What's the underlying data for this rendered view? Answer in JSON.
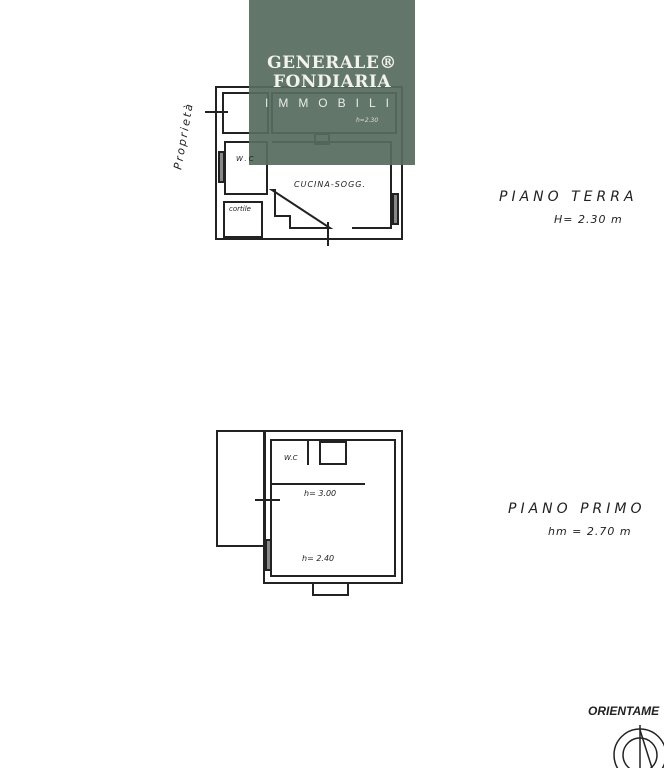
{
  "watermark": {
    "line1": "GENERALE®",
    "line2": "FONDIARIA",
    "line3": "IMMOBILI"
  },
  "ground_floor": {
    "title": "PIANO TERRA",
    "height": "H= 2.30 m",
    "rooms": {
      "wc": "W.C",
      "kitchen": "CUCINA-SOGG.",
      "courtyard": "cortile",
      "top_height": "h=2.30"
    },
    "left_label": "Proprietà"
  },
  "first_floor": {
    "title": "PIANO PRIMO",
    "height": "hm = 2.70 m",
    "rooms": {
      "wc": "W.C",
      "h_upper": "h= 3.00",
      "h_lower": "h= 2.40"
    }
  },
  "orientation": {
    "label": "ORIENTAME"
  }
}
